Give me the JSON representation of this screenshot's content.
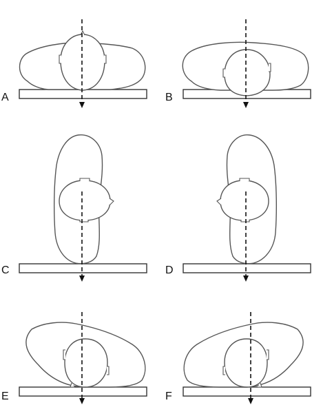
{
  "panels": [
    {
      "id": "A",
      "label": "A",
      "view": "supine-centered"
    },
    {
      "id": "B",
      "label": "B",
      "view": "supine-offset-right"
    },
    {
      "id": "C",
      "label": "C",
      "view": "lateral-left"
    },
    {
      "id": "D",
      "label": "D",
      "view": "lateral-right"
    },
    {
      "id": "E",
      "label": "E",
      "view": "oblique-left"
    },
    {
      "id": "F",
      "label": "F",
      "view": "oblique-right"
    }
  ],
  "colors": {
    "outline": "#555555",
    "ray": "#111111",
    "table": "#333333"
  }
}
